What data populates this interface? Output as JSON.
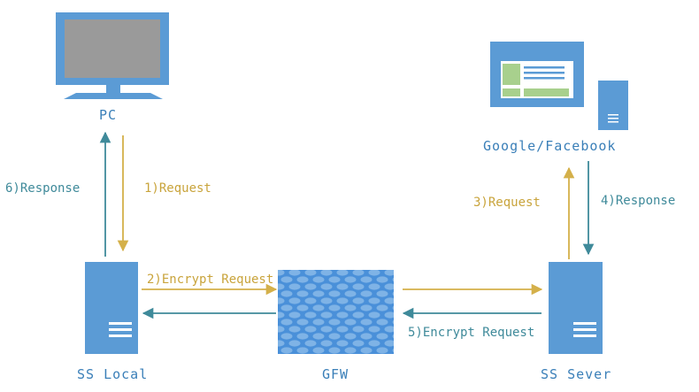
{
  "nodes": {
    "pc": "PC",
    "google": "Google/Facebook",
    "ss_local": "SS Local",
    "gfw": "GFW",
    "ss_server": "SS Sever"
  },
  "edges": {
    "step1": "1)Request",
    "step2": "2)Encrypt Request",
    "step3": "3)Request",
    "step4": "4)Response",
    "step5": "5)Encrypt Request",
    "step6": "6)Response"
  },
  "colors": {
    "node_blue": "#5b9bd5",
    "request_gold": "#d4b04a",
    "response_teal": "#3f8a9a",
    "label_blue": "#3a7fb8"
  }
}
